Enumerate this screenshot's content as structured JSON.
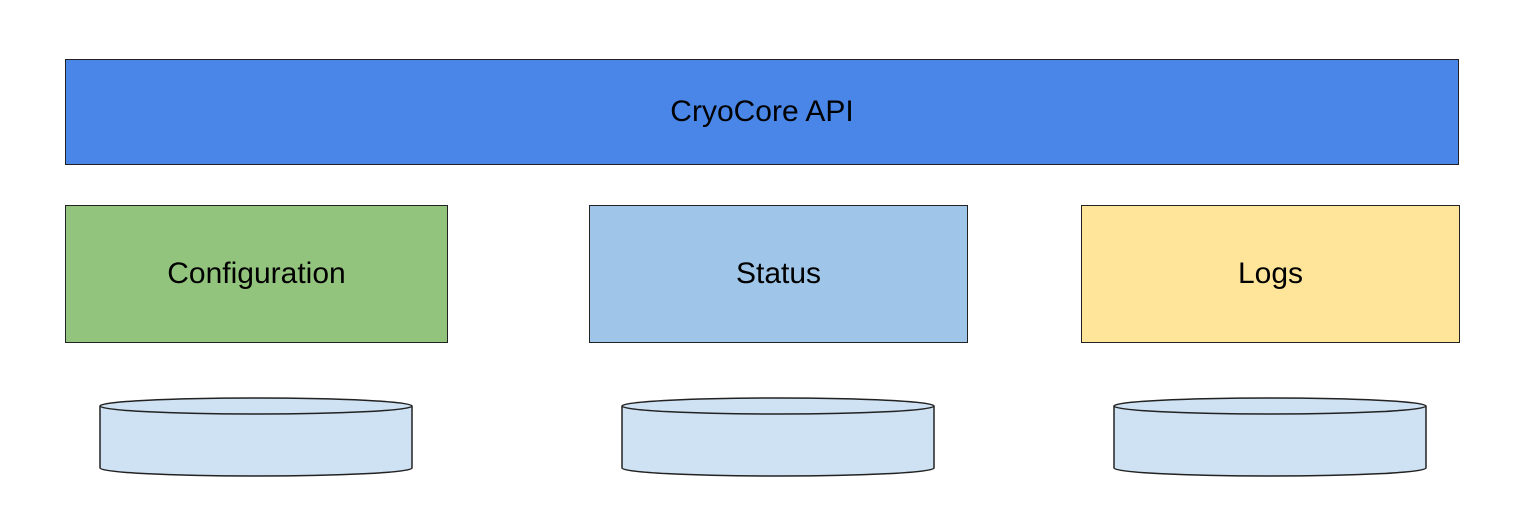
{
  "api": {
    "label": "CryoCore API",
    "color": "#4a86e8"
  },
  "components": [
    {
      "label": "Configuration",
      "color": "#93c47d"
    },
    {
      "label": "Status",
      "color": "#9fc5e8"
    },
    {
      "label": "Logs",
      "color": "#ffe599"
    }
  ],
  "databases": {
    "count": 3,
    "color": "#cfe2f3",
    "icon": "database-cylinder-icon"
  }
}
